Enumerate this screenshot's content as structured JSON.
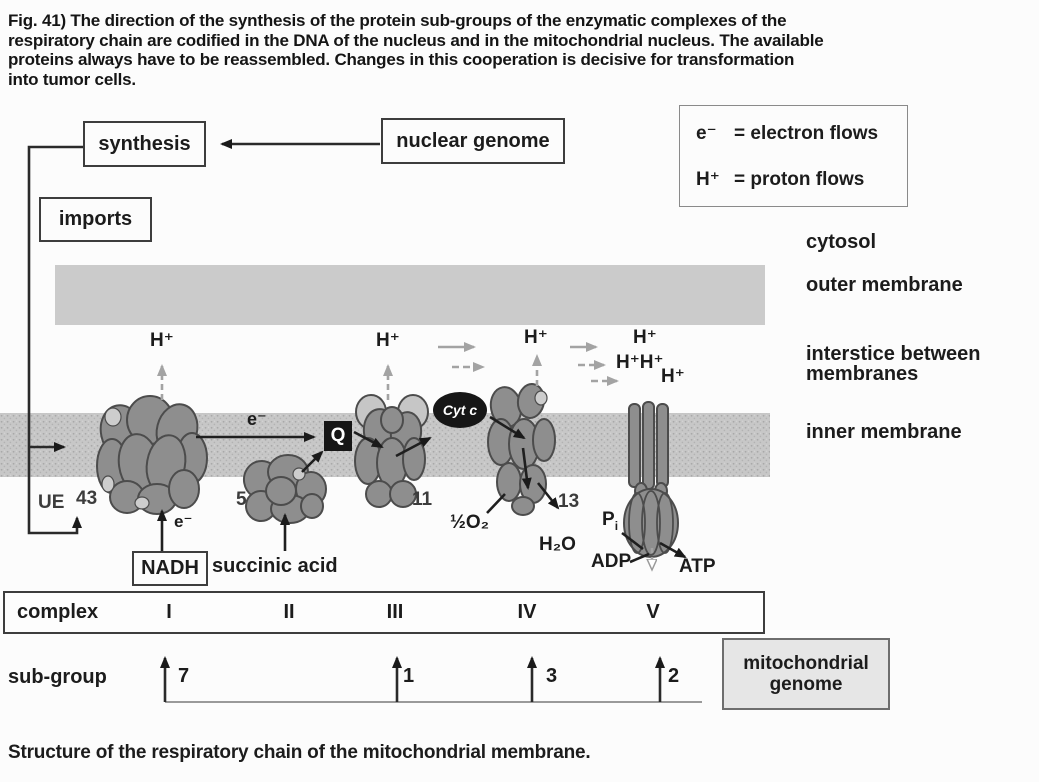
{
  "figure": {
    "caption_lines": [
      "Fig. 41)   The direction of the synthesis of the protein sub-groups of the enzymatic complexes of the",
      "respiratory chain are codified in the DNA of the nucleus and in the mitochondrial nucleus. The available",
      "proteins always have to be reassembled. Changes in this cooperation is decisive for transformation",
      "into tumor cells."
    ],
    "bottom_caption": "Structure of the respiratory chain of the mitochondrial membrane."
  },
  "boxes": {
    "synthesis": "synthesis",
    "imports": "imports",
    "nuclear_genome": "nuclear genome",
    "nadh": "NADH",
    "mitochondrial_genome": [
      "mitochondrial",
      "genome"
    ]
  },
  "legend": {
    "items": [
      {
        "symbol": "e⁻",
        "text": "= electron flows"
      },
      {
        "symbol": "H⁺",
        "text": "= proton flows"
      }
    ]
  },
  "compartments": {
    "cytosol": "cytosol",
    "outer_membrane": "outer membrane",
    "interstice_line1": "interstice between",
    "interstice_line2": "membranes",
    "inner_membrane": "inner membrane"
  },
  "labels": {
    "h_plus": "H⁺",
    "h_plus_double": "H⁺H⁺",
    "e_minus": "e⁻",
    "q": "Q",
    "cyt_c": "Cyt c",
    "ue": "UE",
    "subunits_complex_i": "43",
    "subunits_complex_ii": "5",
    "subunits_complex_iii": "11",
    "subunits_complex_iv": "13",
    "succinic_acid": "succinic acid",
    "half_o2": "½O₂",
    "h2o": "H₂O",
    "pi_base": "P",
    "pi_sub": "i",
    "adp": "ADP",
    "atp": "ATP"
  },
  "complex_row": {
    "label": "complex",
    "cells": [
      "I",
      "II",
      "III",
      "IV",
      "V"
    ]
  },
  "subgroup_row": {
    "label": "sub-group",
    "values": [
      "7",
      "1",
      "3",
      "2"
    ]
  },
  "colors": {
    "background": "#fcfcfc",
    "ink": "#1c1c1c",
    "outer_membrane": "#cbcbcb",
    "inner_membrane": "#c7c7c7",
    "complex_fill": "#8e8e8e",
    "complex_outline": "#4c4c4c",
    "flow_gray": "#a3a3a3",
    "genome_box_bg": "#e6e6e6"
  }
}
